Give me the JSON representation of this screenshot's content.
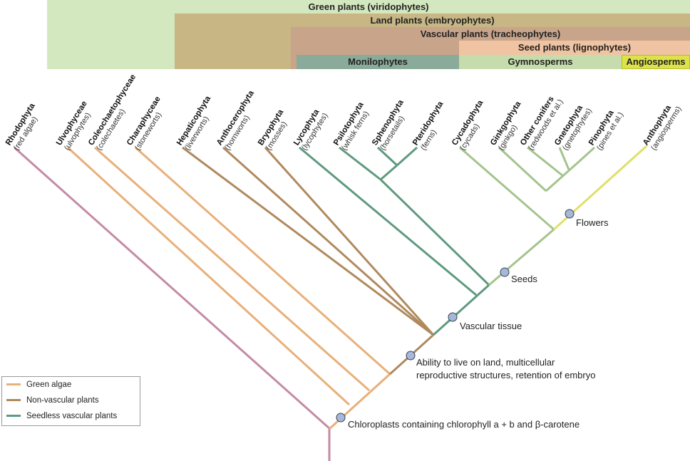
{
  "bands": {
    "green_plants": "Green plants (viridophytes)",
    "land_plants": "Land plants (embryophytes)",
    "vascular_plants": "Vascular plants (tracheophytes)",
    "seed_plants": "Seed plants (lignophytes)",
    "monilophytes": "Monilophytes",
    "gymnosperms": "Gymnosperms",
    "angiosperms": "Angiosperms"
  },
  "taxa": [
    {
      "name": "Rhodophyta",
      "common": "(red algae)",
      "group": "red"
    },
    {
      "name": "Ulvophyceae",
      "common": "(ulvophytes)",
      "group": "green_algae"
    },
    {
      "name": "Coleochaetophyceae",
      "common": "(colechaetes)",
      "group": "green_algae"
    },
    {
      "name": "Charaphyceae",
      "common": "(stoneworts)",
      "group": "green_algae"
    },
    {
      "name": "Hepaticophyta",
      "common": "(liverworts)",
      "group": "non_vascular"
    },
    {
      "name": "Anthocerophyta",
      "common": "(hornworts)",
      "group": "non_vascular"
    },
    {
      "name": "Bryophyta",
      "common": "(mosses)",
      "group": "non_vascular"
    },
    {
      "name": "Lycophyta",
      "common": "(lycophytes)",
      "group": "seedless_vascular"
    },
    {
      "name": "Psilotophyta",
      "common": "(whisk ferns)",
      "group": "seedless_vascular"
    },
    {
      "name": "Sphenophyta",
      "common": "(horsetails)",
      "group": "seedless_vascular"
    },
    {
      "name": "Pteridophyta",
      "common": "(ferns)",
      "group": "seedless_vascular"
    },
    {
      "name": "Cycadophyta",
      "common": "(cycads)",
      "group": "gymnosperm"
    },
    {
      "name": "Ginkgophyta",
      "common": "(ginkgo)",
      "group": "gymnosperm"
    },
    {
      "name": "Other conifers",
      "common": "(redwoods et al.)",
      "group": "gymnosperm"
    },
    {
      "name": "Gnetophyta",
      "common": "(gnetophytes)",
      "group": "gymnosperm"
    },
    {
      "name": "Pinophyta",
      "common": "(pines et al.)",
      "group": "gymnosperm"
    },
    {
      "name": "Anthophyta",
      "common": "(angiosperms)",
      "group": "angiosperm"
    }
  ],
  "events": {
    "flowers": "Flowers",
    "seeds": "Seeds",
    "vascular": "Vascular tissue",
    "land_line1": "Ability to live on land, multicellular",
    "land_line2": "reproductive structures, retention of embryo",
    "chloroplast": "Chloroplasts containing chlorophyll a + b and β-carotene"
  },
  "legend": {
    "green_algae": "Green algae",
    "non_vascular": "Non-vascular plants",
    "seedless_vascular": "Seedless vascular plants"
  },
  "colors": {
    "red": "#c48ba6",
    "green_algae": "#e8b07a",
    "non_vascular": "#b08a5e",
    "seedless_vascular": "#5e9a7e",
    "gymnosperm": "#a4c48e",
    "angiosperm": "#dfe06a",
    "band_green": "#d4e8c0",
    "band_land": "#c8b685",
    "band_vascular": "#c8a48a",
    "band_seed": "#f0c4a2",
    "band_monil": "#8aab9a",
    "band_gymno": "#c6dcac",
    "band_angio": "#dde24a"
  }
}
